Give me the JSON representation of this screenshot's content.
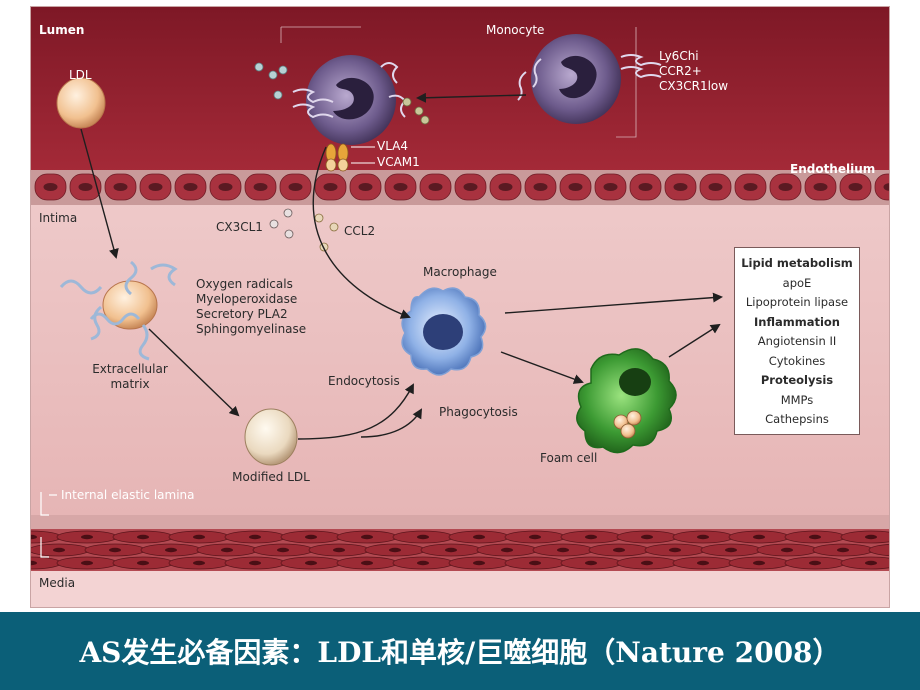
{
  "figure": {
    "labels": {
      "lumen": "Lumen",
      "ldl": "LDL",
      "monocyte": "Monocyte",
      "endothelium": "Endothelium",
      "intima": "Intima",
      "cx3cl1": "CX3CL1",
      "ccl2": "CCL2",
      "vla4": "VLA4",
      "vcam1": "VCAM1",
      "extracellular_matrix": "Extracellular matrix",
      "modified_ldl": "Modified LDL",
      "macrophage": "Macrophage",
      "endocytosis": "Endocytosis",
      "phagocytosis": "Phagocytosis",
      "foam_cell": "Foam cell",
      "internal_elastic_lamina": "Internal elastic lamina",
      "media": "Media"
    },
    "monocyte_markers": [
      "Ly6Chi",
      "CCR2+",
      "CX3CR1low"
    ],
    "oxidants": [
      "Oxygen radicals",
      "Myeloperoxidase",
      "Secretory PLA2",
      "Sphingomyelinase"
    ],
    "lipid_box": [
      {
        "text": "Lipid metabolism",
        "heading": true
      },
      {
        "text": "apoE",
        "heading": false
      },
      {
        "text": "Lipoprotein lipase",
        "heading": false
      },
      {
        "text": "Inflammation",
        "heading": true
      },
      {
        "text": "Angiotensin II",
        "heading": false
      },
      {
        "text": "Cytokines",
        "heading": false
      },
      {
        "text": "Proteolysis",
        "heading": true
      },
      {
        "text": "MMPs",
        "heading": false
      },
      {
        "text": "Cathepsins",
        "heading": false
      }
    ],
    "colors": {
      "lumen": "#8e1f2c",
      "intima": "#f2d6d6",
      "endothelial_cell": "#a8323f",
      "media": "#9c2b35",
      "macrophage": "#7fa3dc",
      "foam_cell": "#2f8a2c",
      "ldl": "#f0c49a"
    }
  },
  "caption": "AS发生必备因素：LDL和单核/巨噬细胞（Nature 2008）"
}
